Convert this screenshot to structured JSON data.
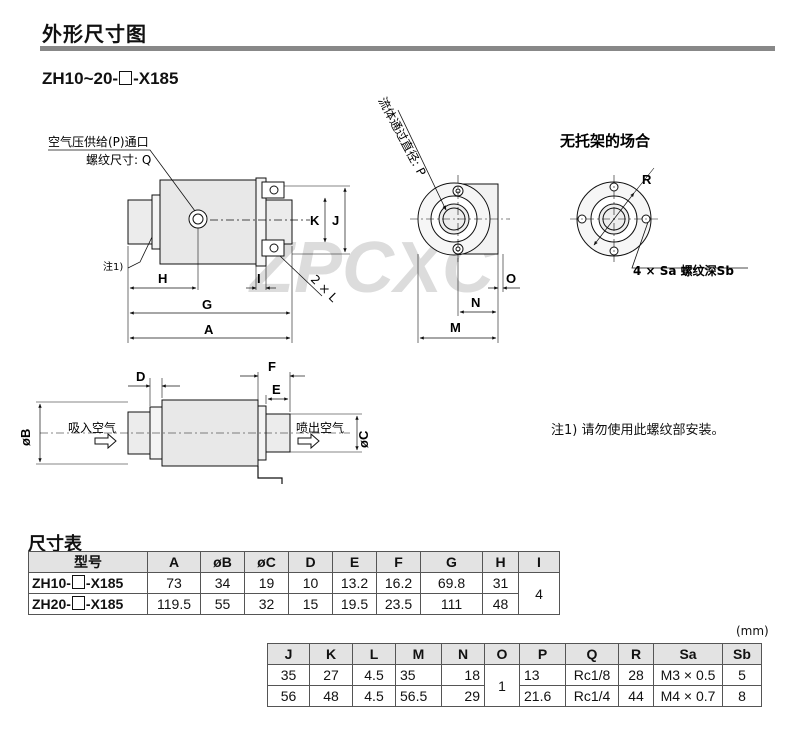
{
  "header": {
    "title": "外形尺寸图"
  },
  "model": {
    "prefix": "ZH10~20-",
    "suffix": "-X185"
  },
  "labels": {
    "port_line1": "空气压供给(P)通口",
    "port_line2": "螺纹尺寸: Q",
    "note_ref": "注1)",
    "flow_path": "流体通过直径: P",
    "no_bracket": "无托架的场合",
    "sa_label": "4 × Sa 螺纹深Sb",
    "suction": "吸入空气",
    "exhaust": "喷出空气",
    "two_l": "2 × L",
    "watermark": "ZPCXC"
  },
  "dims": {
    "A": "A",
    "B": "øB",
    "C": "øC",
    "D": "D",
    "E": "E",
    "F": "F",
    "G": "G",
    "H": "H",
    "I": "I",
    "J": "J",
    "K": "K",
    "M": "M",
    "N": "N",
    "O": "O",
    "R": "R"
  },
  "note": "注1) 请勿使用此螺纹部安装。",
  "section_title": "尺寸表",
  "unit": "(mm)",
  "table1": {
    "headers": [
      "型号",
      "A",
      "øB",
      "øC",
      "D",
      "E",
      "F",
      "G",
      "H",
      "I"
    ],
    "rows": [
      {
        "model_prefix": "ZH10-",
        "model_suffix": "-X185",
        "cells": [
          "73",
          "34",
          "19",
          "10",
          "13.2",
          "16.2",
          "69.8",
          "31"
        ]
      },
      {
        "model_prefix": "ZH20-",
        "model_suffix": "-X185",
        "cells": [
          "119.5",
          "55",
          "32",
          "15",
          "19.5",
          "23.5",
          "111",
          "48"
        ]
      }
    ],
    "shared_I": "4"
  },
  "table2": {
    "headers": [
      "J",
      "K",
      "L",
      "M",
      "N",
      "O",
      "P",
      "Q",
      "R",
      "Sa",
      "Sb"
    ],
    "rows": [
      [
        "35",
        "27",
        "4.5",
        "35",
        "18",
        "13",
        "Rc1/8",
        "28",
        "M3 × 0.5",
        "5"
      ],
      [
        "56",
        "48",
        "4.5",
        "56.5",
        "29",
        "21.6",
        "Rc1/4",
        "44",
        "M4 × 0.7",
        "8"
      ]
    ],
    "shared_O": "1"
  },
  "colors": {
    "rule": "#888888",
    "header_bg": "#e3e3e3",
    "line": "#111111",
    "body_fill": "#ececec",
    "watermark": "#d9d9d9"
  }
}
